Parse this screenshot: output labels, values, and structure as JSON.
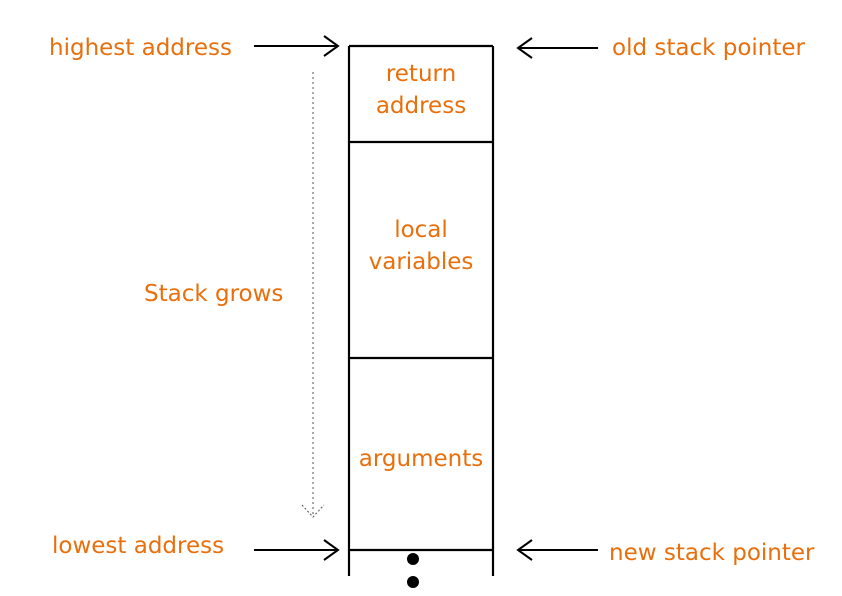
{
  "colors": {
    "text": "#e86f0c",
    "line": "#000000",
    "dashed": "#555555"
  },
  "labels": {
    "highest_address": "highest address",
    "lowest_address": "lowest address",
    "old_stack_pointer": "old stack pointer",
    "new_stack_pointer": "new stack pointer",
    "stack_grows": "Stack grows"
  },
  "stack": {
    "return_address": [
      "return",
      "address"
    ],
    "local_variables": [
      "local",
      "variables"
    ],
    "arguments": [
      "arguments"
    ]
  },
  "icons": {
    "arrow": "arrow-right-icon",
    "arrow_left": "arrow-left-icon",
    "continuation": "ellipsis-vertical-icon"
  }
}
